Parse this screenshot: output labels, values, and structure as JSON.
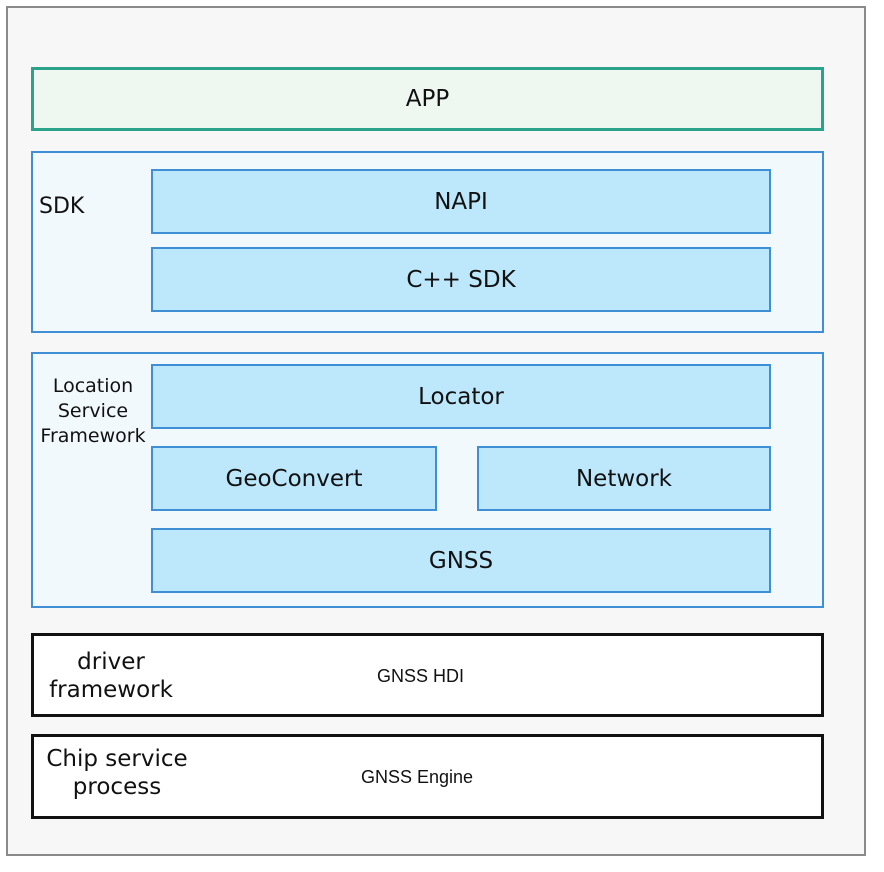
{
  "diagram": {
    "app": "APP",
    "sdk_group": {
      "label": "SDK",
      "modules": [
        "NAPI",
        "C++ SDK"
      ]
    },
    "lsf_group": {
      "label": "Location Service Framework",
      "label_lines": [
        "Location",
        "Service",
        "Framework"
      ],
      "modules": {
        "locator": "Locator",
        "geoconvert": "GeoConvert",
        "network": "Network",
        "gnss": "GNSS"
      }
    },
    "driver_layer": {
      "label_lines": [
        "driver",
        "framework"
      ],
      "content": "GNSS HDI"
    },
    "chip_layer": {
      "label_lines": [
        "Chip service",
        "process"
      ],
      "content": "GNSS Engine"
    },
    "colors": {
      "app_border": "#2aa38a",
      "app_fill": "#eef8f1",
      "group_border": "#3f8fd6",
      "group_fill": "#f1f9fd",
      "module_fill": "#bde7fb",
      "plain_border": "#111111",
      "outer_fill": "#f7f7f7",
      "outer_border": "#8a8a8a"
    }
  }
}
